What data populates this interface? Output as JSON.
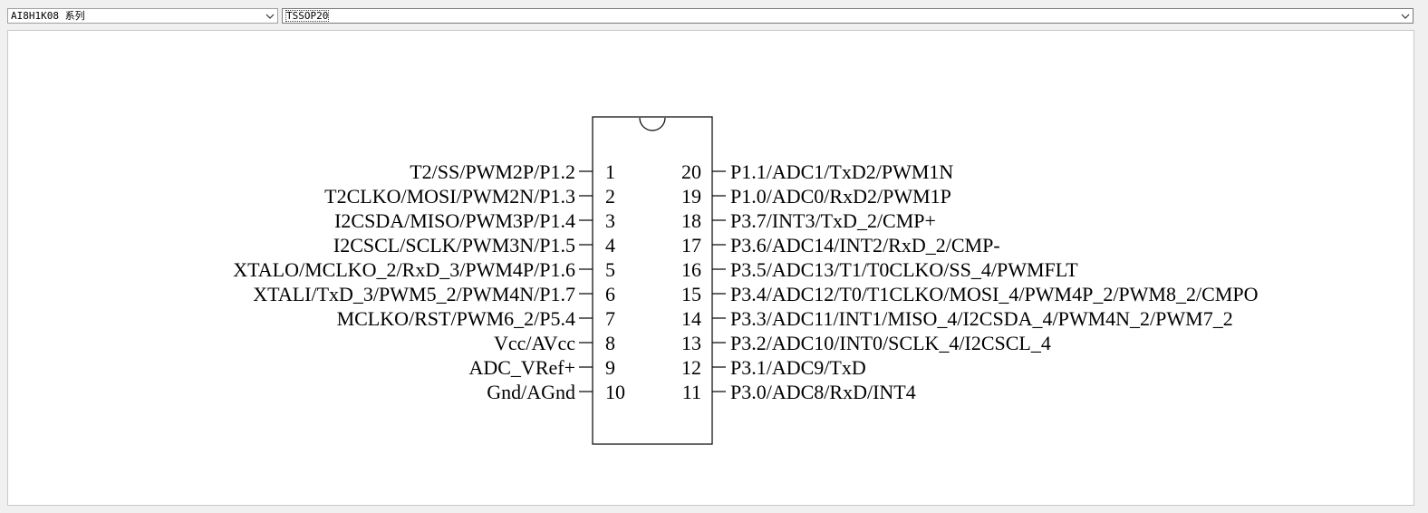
{
  "series_select": {
    "value": "AI8H1K08 系列"
  },
  "package_select": {
    "value": "TSSOP20"
  },
  "chip": {
    "left_pins": [
      {
        "num": "1",
        "label": "T2/SS/PWM2P/P1.2"
      },
      {
        "num": "2",
        "label": "T2CLKO/MOSI/PWM2N/P1.3"
      },
      {
        "num": "3",
        "label": "I2CSDA/MISO/PWM3P/P1.4"
      },
      {
        "num": "4",
        "label": "I2CSCL/SCLK/PWM3N/P1.5"
      },
      {
        "num": "5",
        "label": "XTALO/MCLKO_2/RxD_3/PWM4P/P1.6"
      },
      {
        "num": "6",
        "label": "XTALI/TxD_3/PWM5_2/PWM4N/P1.7"
      },
      {
        "num": "7",
        "label": "MCLKO/RST/PWM6_2/P5.4"
      },
      {
        "num": "8",
        "label": "Vcc/AVcc"
      },
      {
        "num": "9",
        "label": "ADC_VRef+"
      },
      {
        "num": "10",
        "label": "Gnd/AGnd"
      }
    ],
    "right_pins": [
      {
        "num": "20",
        "label": "P1.1/ADC1/TxD2/PWM1N"
      },
      {
        "num": "19",
        "label": "P1.0/ADC0/RxD2/PWM1P"
      },
      {
        "num": "18",
        "label": "P3.7/INT3/TxD_2/CMP+"
      },
      {
        "num": "17",
        "label": "P3.6/ADC14/INT2/RxD_2/CMP-"
      },
      {
        "num": "16",
        "label": "P3.5/ADC13/T1/T0CLKO/SS_4/PWMFLT"
      },
      {
        "num": "15",
        "label": "P3.4/ADC12/T0/T1CLKO/MOSI_4/PWM4P_2/PWM8_2/CMPO"
      },
      {
        "num": "14",
        "label": "P3.3/ADC11/INT1/MISO_4/I2CSDA_4/PWM4N_2/PWM7_2"
      },
      {
        "num": "13",
        "label": "P3.2/ADC10/INT0/SCLK_4/I2CSCL_4"
      },
      {
        "num": "12",
        "label": "P3.1/ADC9/TxD"
      },
      {
        "num": "11",
        "label": "P3.0/ADC8/RxD/INT4"
      }
    ]
  }
}
